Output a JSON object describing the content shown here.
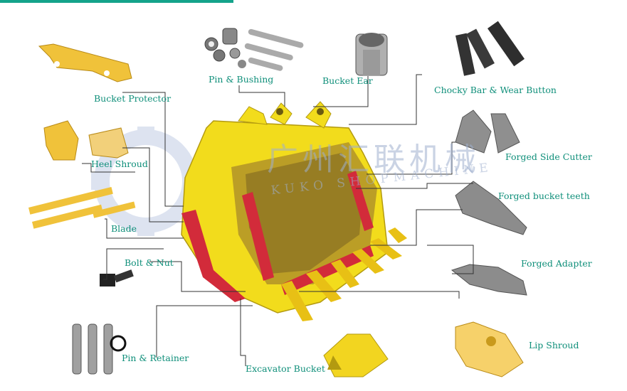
{
  "labels": {
    "bucket_protector": "Bucket Protector",
    "pin_bushing": "Pin & Bushing",
    "bucket_ear": "Bucket Ear",
    "chocky_bar": "Chocky Bar & Wear Button",
    "heel_shroud": "Heel Shroud",
    "forged_side_cutter": "Forged Side Cutter",
    "forged_bucket_teeth": "Forged bucket teeth",
    "blade": "Blade",
    "bolt_nut": "Bolt & Nut",
    "forged_adapter": "Forged Adapter",
    "pin_retainer": "Pin & Retainer",
    "lip_shroud": "Lip Shroud",
    "excavator_bucket": "Excavator Bucket"
  },
  "watermark": {
    "chinese": "广州汇联机械",
    "english": "KUKO SHOPMACHINE"
  },
  "colors": {
    "label": "#0f8f7a",
    "line": "#333333",
    "bucket_yellow": "#f2dc1c",
    "wear_red": "#d22b3a",
    "part_yellow": "#f0c23a",
    "steel": "#8c8c8c"
  }
}
